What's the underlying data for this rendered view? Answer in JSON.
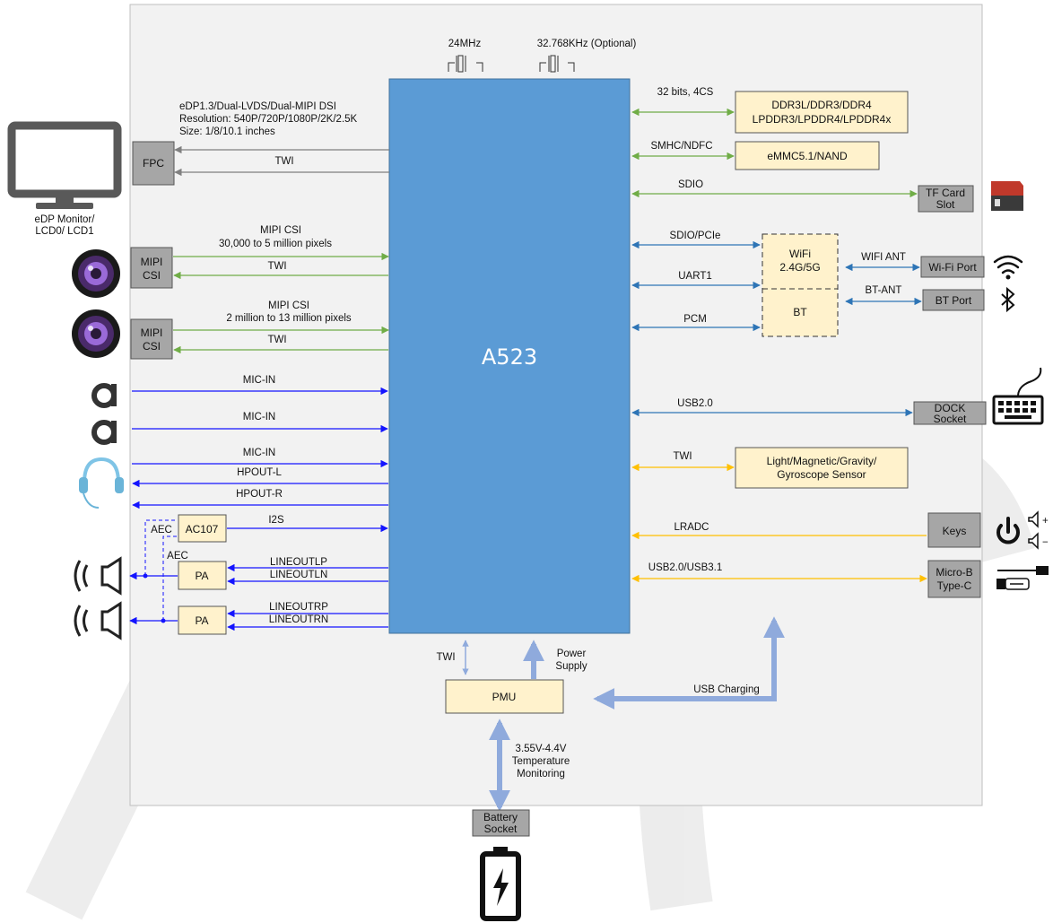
{
  "soc": {
    "name": "A523"
  },
  "clocks": {
    "clk1": "24MHz",
    "clk2": "32.768KHz (Optional)"
  },
  "display": {
    "line1": "eDP1.3/Dual-LVDS/Dual-MIPI DSI",
    "line2": "Resolution: 540P/720P/1080P/2K/2.5K",
    "line3": "Size: 1/8/10.1 inches",
    "twi": "TWI",
    "fpc": "FPC",
    "monitor_line1": "eDP Monitor/",
    "monitor_line2": "LCD0/ LCD1"
  },
  "camera1": {
    "title": "MIPI CSI",
    "subtitle": "30,000 to 5 million pixels",
    "twi": "TWI",
    "box_line1": "MIPI",
    "box_line2": "CSI"
  },
  "camera2": {
    "title": "MIPI CSI",
    "subtitle": "2 million to 13 million pixels",
    "twi": "TWI",
    "box_line1": "MIPI",
    "box_line2": "CSI"
  },
  "audio": {
    "mic1": "MIC-IN",
    "mic2": "MIC-IN",
    "mic3": "MIC-IN",
    "hpout_l": "HPOUT-L",
    "hpout_r": "HPOUT-R",
    "i2s": "I2S",
    "ac107": "AC107",
    "aec1": "AEC",
    "aec2": "AEC",
    "pa1": "PA",
    "pa2": "PA",
    "lineout_lp": "LINEOUTLP",
    "lineout_ln": "LINEOUTLN",
    "lineout_rp": "LINEOUTRP",
    "lineout_rn": "LINEOUTRN"
  },
  "memory": {
    "bus": "32 bits, 4CS",
    "line1": "DDR3L/DDR3/DDR4",
    "line2": "LPDDR3/LPDDR4/LPDDR4x"
  },
  "storage": {
    "bus": "SMHC/NDFC",
    "name": "eMMC5.1/NAND"
  },
  "sdcard": {
    "bus": "SDIO",
    "line1": "TF Card",
    "line2": "Slot"
  },
  "wireless": {
    "sdio_pcie": "SDIO/PCIe",
    "uart1": "UART1",
    "pcm": "PCM",
    "wifi_line1": "WiFi",
    "wifi_line2": "2.4G/5G",
    "bt": "BT",
    "wifi_ant": "WIFI ANT",
    "bt_ant": "BT-ANT",
    "wifi_port": "Wi-Fi Port",
    "bt_port": "BT Port"
  },
  "usb_dock": {
    "bus": "USB2.0",
    "line1": "DOCK",
    "line2": "Socket"
  },
  "sensor": {
    "bus": "TWI",
    "line1": "Light/Magnetic/Gravity/",
    "line2": "Gyroscope  Sensor"
  },
  "keys": {
    "bus": "LRADC",
    "name": "Keys",
    "vol_up": "+",
    "vol_down": "−"
  },
  "usb_port": {
    "bus": "USB2.0/USB3.1",
    "line1": "Micro-B",
    "line2": "Type-C"
  },
  "power": {
    "twi": "TWI",
    "supply_line1": "Power",
    "supply_line2": "Supply",
    "pmu": "PMU",
    "usb_charging": "USB Charging",
    "range": "3.55V-4.4V",
    "temp_line1": "Temperature",
    "temp_line2": "Monitoring",
    "battery_line1": "Battery",
    "battery_line2": "Socket"
  },
  "colors": {
    "soc_fill": "#5b9bd5",
    "box_fill": "#fff2cc",
    "grey_box": "#a6a6a6",
    "green": "#70ad47",
    "blue": "#2e75b6",
    "dark_blue": "#1414ff",
    "orange": "#ffc000",
    "power_arrow": "#8faadc",
    "grey_arrow": "#808080"
  },
  "icons": [
    "monitor-icon",
    "camera-lens-icon",
    "microphone-icon",
    "headset-icon",
    "speaker-icon",
    "sd-card-icon",
    "wifi-icon",
    "bluetooth-icon",
    "keyboard-icon",
    "power-icon",
    "volume-icon",
    "usb-cable-icon",
    "battery-icon"
  ]
}
